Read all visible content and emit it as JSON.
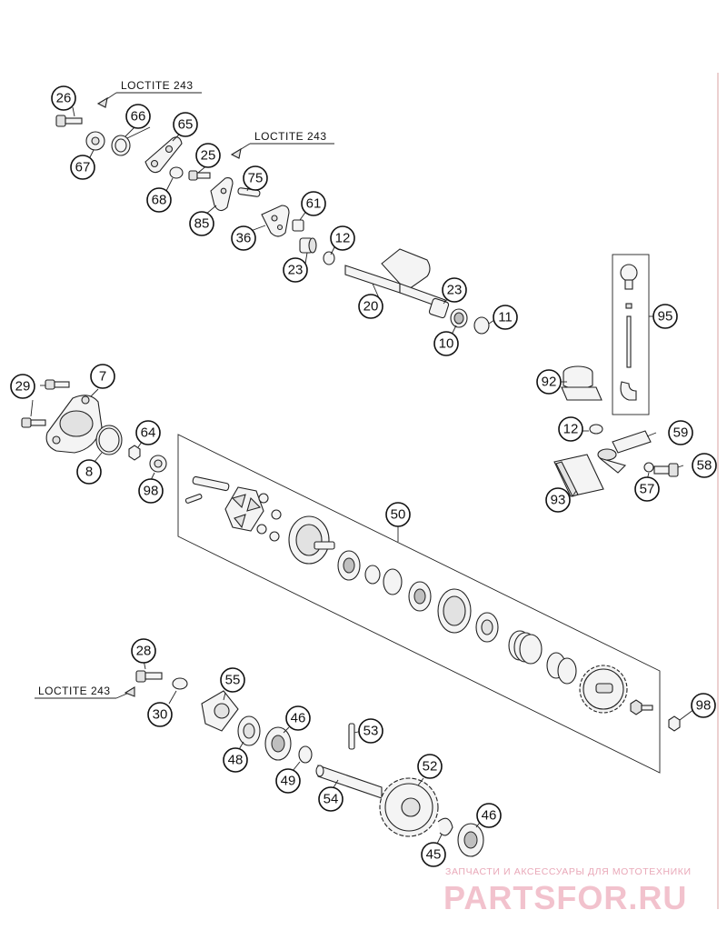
{
  "loctite_labels": [
    "LOCTITE 243",
    "LOCTITE 243",
    "LOCTITE 243"
  ],
  "callouts": [
    "26",
    "66",
    "65",
    "67",
    "25",
    "68",
    "75",
    "85",
    "61",
    "36",
    "12",
    "23",
    "20",
    "23",
    "10",
    "11",
    "95",
    "7",
    "29",
    "92",
    "64",
    "8",
    "98",
    "12",
    "59",
    "58",
    "57",
    "93",
    "50",
    "28",
    "55",
    "30",
    "46",
    "53",
    "48",
    "49",
    "52",
    "54",
    "46",
    "45",
    "98"
  ],
  "watermark": {
    "tagline": "ЗАПЧАСТИ И АКСЕССУАРЫ ДЛЯ МОТОТЕХНИКИ",
    "logo": "PARTSFOR.RU"
  }
}
